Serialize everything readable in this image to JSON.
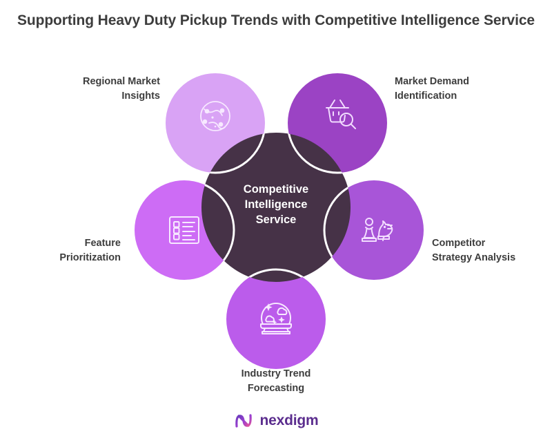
{
  "page": {
    "title": "Supporting Heavy Duty Pickup Trends with Competitive Intelligence Service",
    "background_color": "#ffffff",
    "text_color": "#3d3d3d"
  },
  "diagram": {
    "type": "hub-and-spoke-petal",
    "center": {
      "label": "Competitive Intelligence Service",
      "line1": "Competitive",
      "line2": "Intelligence",
      "line3": "Service",
      "fill_color": "#463247",
      "text_color": "#ffffff",
      "stroke_color": "#ffffff"
    },
    "nodes": [
      {
        "id": "regional-market-insights",
        "label_line1": "Regional Market",
        "label_line2": "Insights",
        "icon": "globe-network-icon",
        "fill_color": "#d9a3f5",
        "icon_color": "#f7e9ff",
        "position": "top-left"
      },
      {
        "id": "market-demand-identification",
        "label_line1": "Market Demand",
        "label_line2": "Identification",
        "icon": "basket-search-icon",
        "fill_color": "#9b43c4",
        "icon_color": "#f2dcff",
        "position": "top-right"
      },
      {
        "id": "competitor-strategy-analysis",
        "label_line1": "Competitor",
        "label_line2": "Strategy Analysis",
        "icon": "chess-strategy-icon",
        "fill_color": "#a855d8",
        "icon_color": "#f2dcff",
        "position": "right"
      },
      {
        "id": "industry-trend-forecasting",
        "label_line1": "Industry Trend",
        "label_line2": "Forecasting",
        "icon": "crystal-ball-icon",
        "fill_color": "#bb5ceb",
        "icon_color": "#f7e9ff",
        "position": "bottom"
      },
      {
        "id": "feature-prioritization",
        "label_line1": "Feature",
        "label_line2": "Prioritization",
        "icon": "checklist-icon",
        "fill_color": "#cd6cf5",
        "icon_color": "#f7e9ff",
        "position": "left"
      }
    ]
  },
  "footer": {
    "logo_text": "nexdigm",
    "logo_icon": "nexdigm-n-mark-icon",
    "logo_color": "#5b2d8e"
  }
}
